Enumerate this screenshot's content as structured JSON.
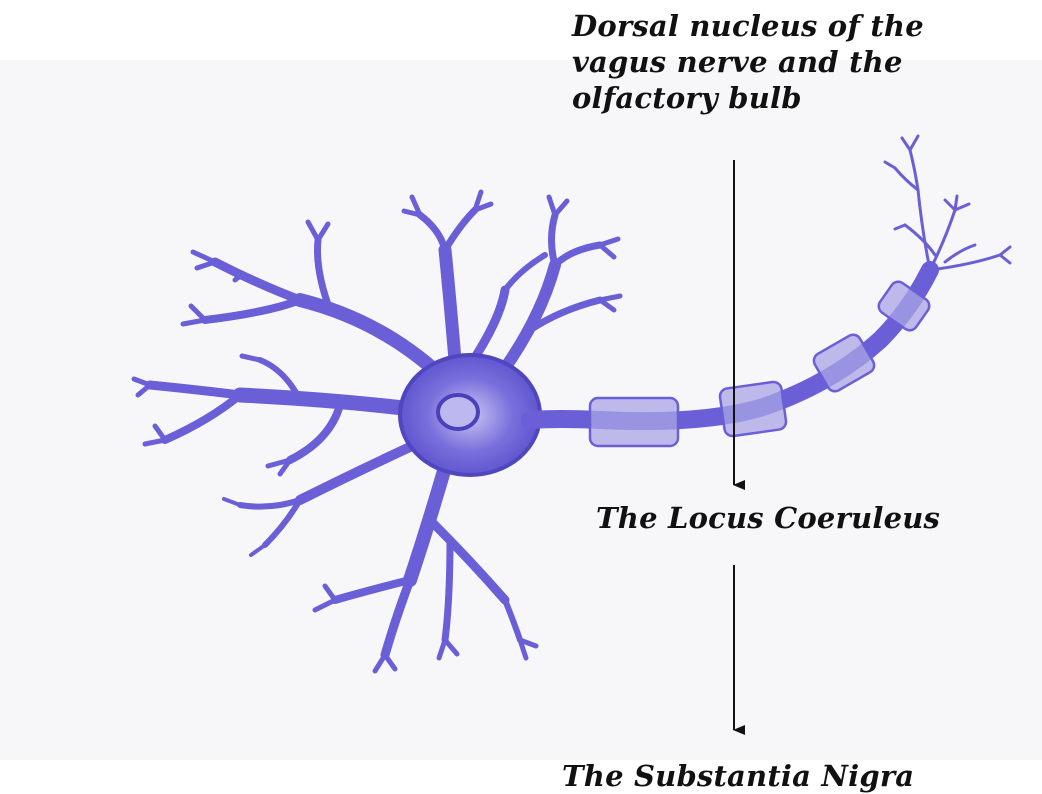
{
  "labels": {
    "top": [
      "Dorsal nucleus of the",
      "vagus nerve and the",
      "olfactory bulb"
    ],
    "middle": "The Locus Coeruleus",
    "bottom": "The Substantia Nigra"
  },
  "colors": {
    "neuron": "#6a5fd6",
    "neuron_dark": "#5046bf",
    "myelin": "#a9a6e6",
    "arrow": "#111111",
    "paper": "#f7f7f9"
  },
  "icons": [
    "neuron-illustration",
    "arrow-down-icon"
  ]
}
